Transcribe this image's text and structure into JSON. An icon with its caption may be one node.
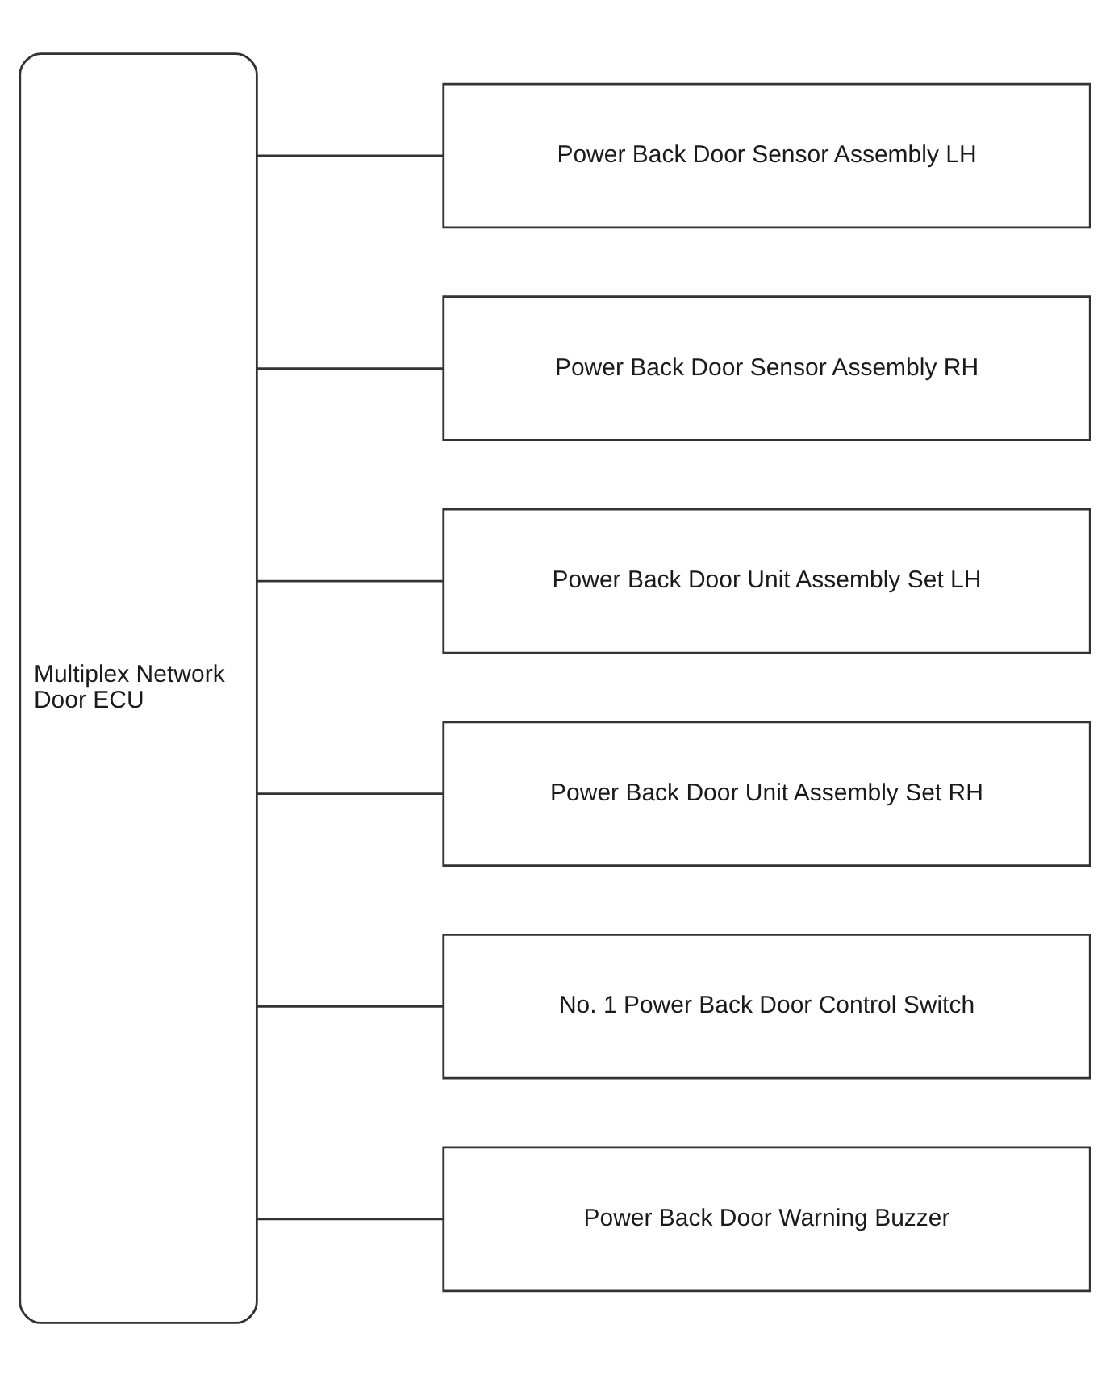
{
  "diagram": {
    "nodes": [
      {
        "text": [
          "Multiplex Network Door ECU"
        ]
      },
      {
        "text": [
          "Power Back Door Sensor Assembly LH"
        ]
      },
      {
        "text": [
          "Power Back Door Sensor Assembly RH"
        ]
      },
      {
        "text": [
          "Power Back Door Unit Assembly Set LH"
        ]
      },
      {
        "text": [
          "Power Back Door Unit Assembly Set RH"
        ]
      },
      {
        "text": [
          "No. 1 Power Back Door Control Switch"
        ]
      },
      {
        "text": [
          "Power Back Door Warning Buzzer"
        ]
      }
    ],
    "edges": [
      {
        "from": 0,
        "to": 1,
        "arrow": "none"
      },
      {
        "from": 0,
        "to": 2,
        "arrow": "none"
      },
      {
        "from": 0,
        "to": 3,
        "arrow": "none"
      },
      {
        "from": 0,
        "to": 4,
        "arrow": "none"
      },
      {
        "from": 0,
        "to": 5,
        "arrow": "none"
      },
      {
        "from": 0,
        "to": 6,
        "arrow": "none"
      }
    ]
  }
}
